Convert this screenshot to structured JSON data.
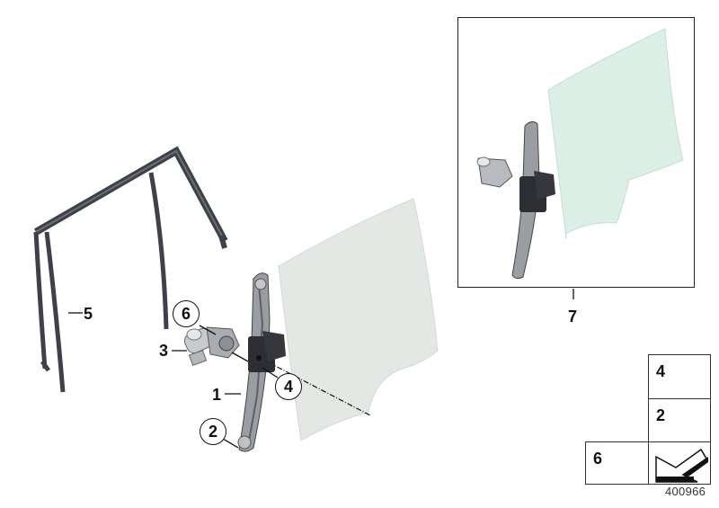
{
  "diagram": {
    "id": "400966",
    "colors": {
      "seal": "#3e4148",
      "glass_main": "#e3e8e4",
      "glass_inset": "#dcefe6",
      "regulator": "#8e9196",
      "motor": "#b8bbbf",
      "outline": "#222222"
    },
    "callouts": [
      {
        "num": "5",
        "style": "plain",
        "part": "window-frame-seal"
      },
      {
        "num": "6",
        "style": "circled",
        "part": "motor-screw"
      },
      {
        "num": "3",
        "style": "plain",
        "part": "window-motor"
      },
      {
        "num": "1",
        "style": "plain",
        "part": "window-regulator"
      },
      {
        "num": "4",
        "style": "circled",
        "part": "regulator-screw"
      },
      {
        "num": "2",
        "style": "circled",
        "part": "hex-nut"
      },
      {
        "num": "7",
        "style": "plain",
        "part": "assembly-inset"
      }
    ],
    "legend": [
      {
        "num": "4",
        "part": "screw-icon"
      },
      {
        "num": "2",
        "part": "flange-nut-icon"
      },
      {
        "num": "6",
        "part": "stud-bolt-icon"
      },
      {
        "num": "",
        "part": "arrow-icon"
      }
    ]
  }
}
